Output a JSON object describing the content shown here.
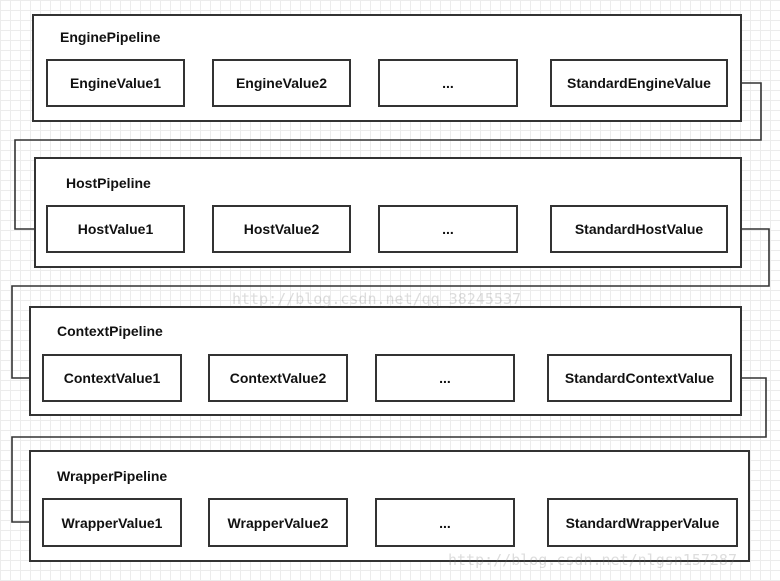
{
  "pipelines": [
    {
      "name": "EnginePipeline",
      "valves": [
        "EngineValue1",
        "EngineValue2",
        "...",
        "StandardEngineValue"
      ]
    },
    {
      "name": "HostPipeline",
      "valves": [
        "HostValue1",
        "HostValue2",
        "...",
        "StandardHostValue"
      ]
    },
    {
      "name": "ContextPipeline",
      "valves": [
        "ContextValue1",
        "ContextValue2",
        "...",
        "StandardContextValue"
      ]
    },
    {
      "name": "WrapperPipeline",
      "valves": [
        "WrapperValue1",
        "WrapperValue2",
        "...",
        "StandardWrapperValue"
      ]
    }
  ],
  "watermarks": [
    "http://blog.csdn.net/qq_38245537",
    "http://blog.csdn.net/nlgsn157287"
  ],
  "colors": {
    "stroke": "#333333",
    "grid": "#ececec"
  }
}
